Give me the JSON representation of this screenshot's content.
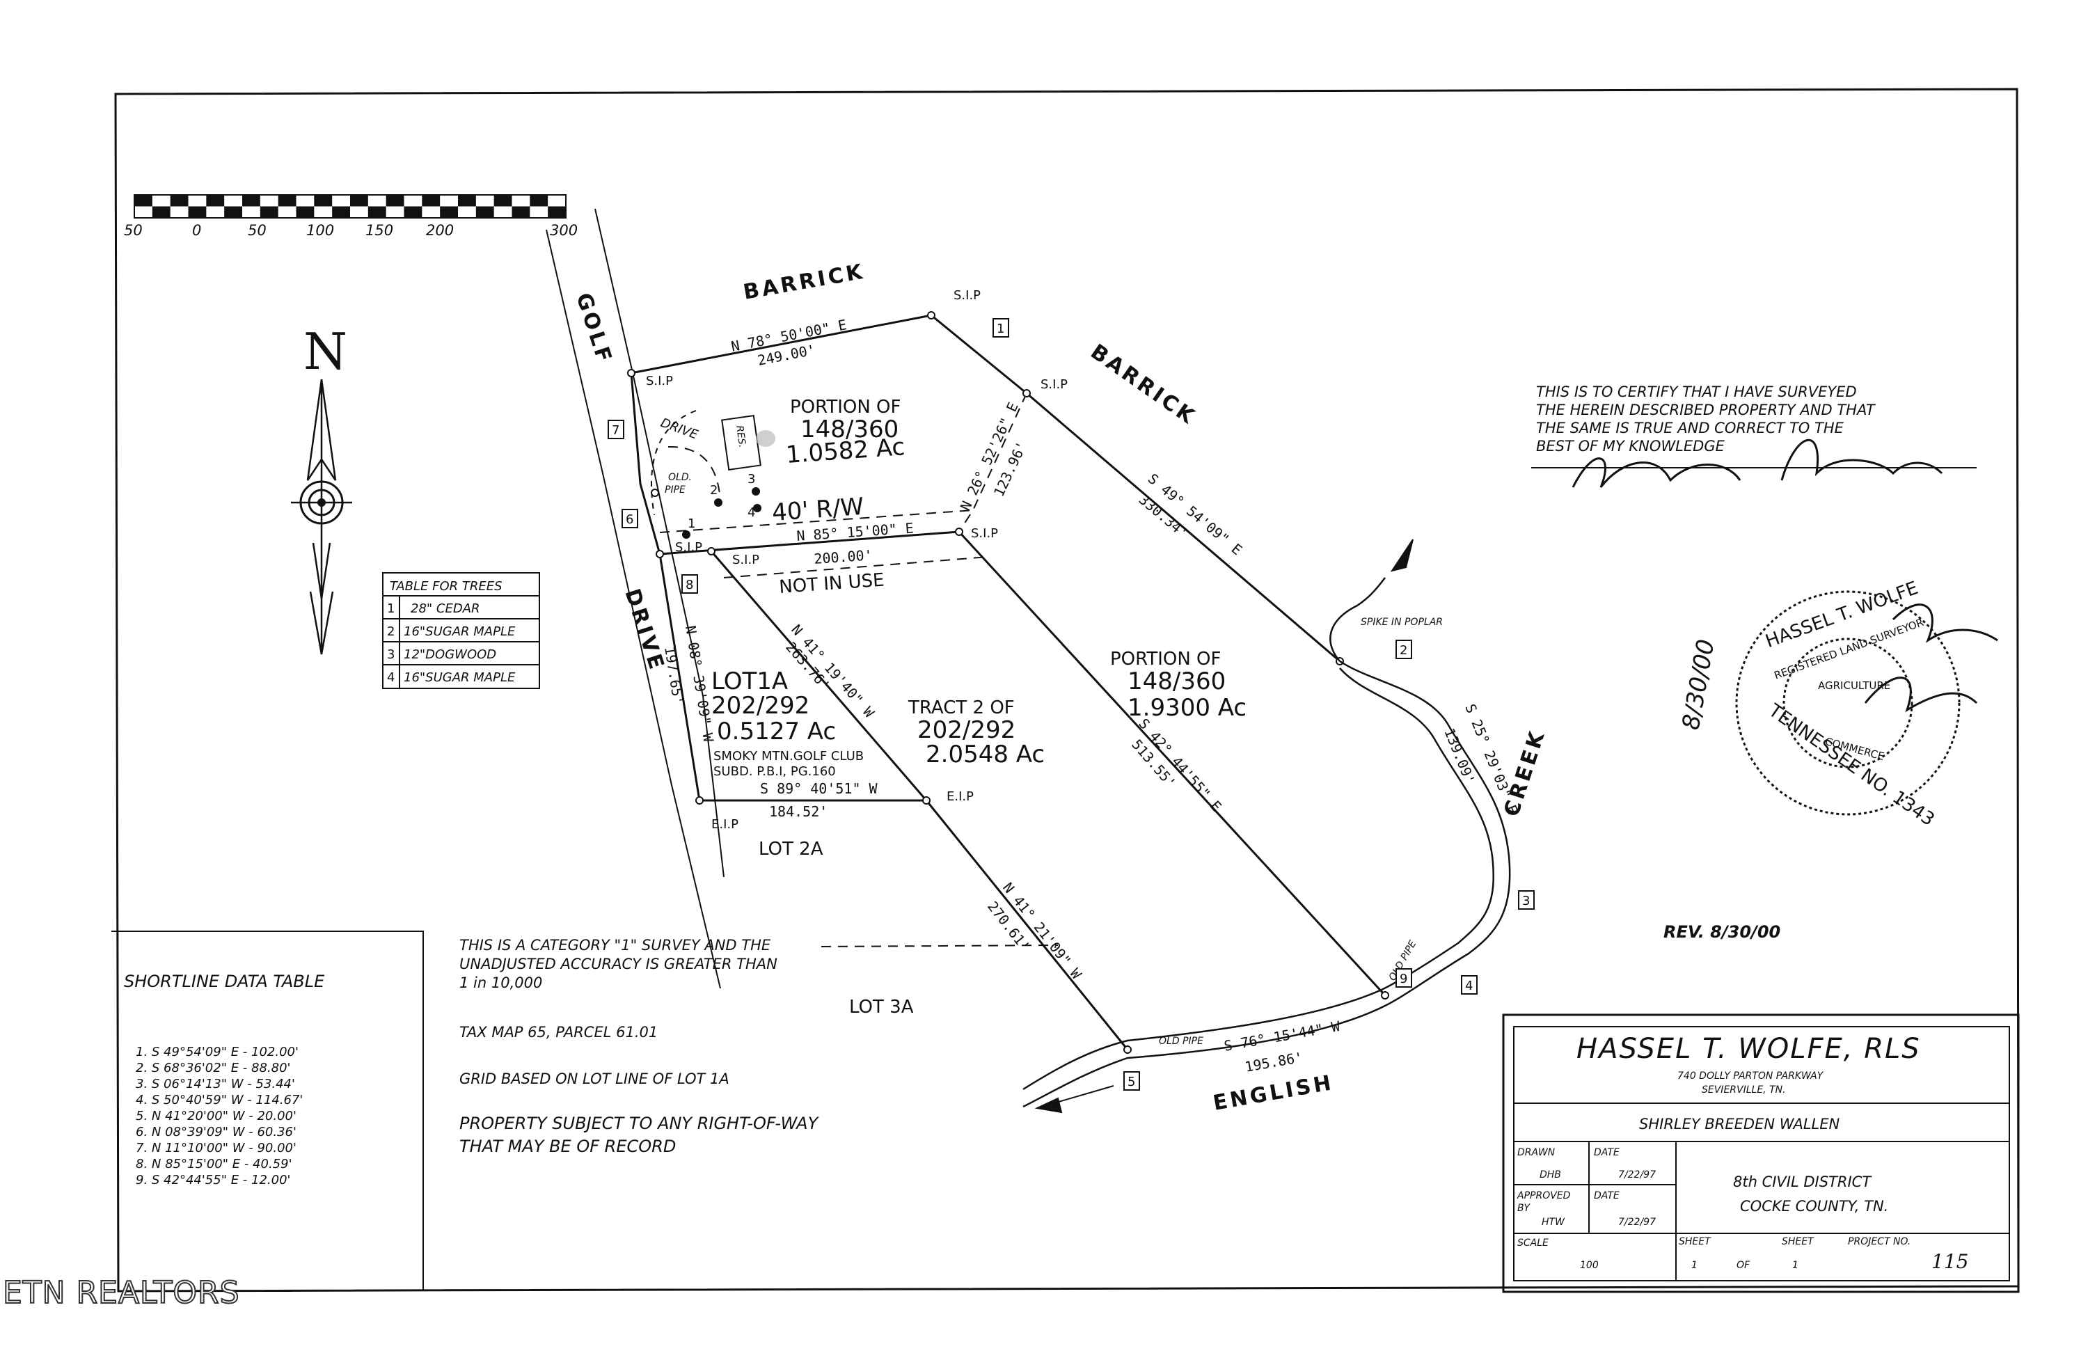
{
  "scale_bar": {
    "ticks": [
      "50",
      "0",
      "50",
      "100",
      "150",
      "200",
      "300"
    ]
  },
  "north_arrow": {
    "label": "N"
  },
  "roads": {
    "golf": "GOLF",
    "drive": "DRIVE",
    "barrick_top": "BARRICK",
    "barrick_right": "BARRICK",
    "creek": "CREEK",
    "english": "ENGLISH"
  },
  "parcels": {
    "portion_a": {
      "title": "PORTION OF",
      "ref": "148/360",
      "area": "1.0582 Ac"
    },
    "row": "40' R/W",
    "not_in_use": "NOT IN USE",
    "lot1a": {
      "title": "LOT1A",
      "ref": "202/292",
      "area": "0.5127 Ac",
      "subd1": "SMOKY MTN.GOLF CLUB",
      "subd2": "SUBD. P.B.I, PG.160"
    },
    "tract2": {
      "title": "TRACT 2 OF",
      "ref": "202/292",
      "area": "2.0548 Ac"
    },
    "portion_b": {
      "title": "PORTION OF",
      "ref": "148/360",
      "area": "1.9300 Ac"
    },
    "lot2a": "LOT 2A",
    "lot3a": "LOT 3A"
  },
  "labels": {
    "sip": "S.I.P",
    "eip": "E.I.P",
    "old_pipe": "OLD PIPE",
    "old_pipe_a": "OLD.",
    "old_pipe_b": "PIPE",
    "drive": "DRIVE",
    "res": "RES.",
    "spike": "SPIKE IN POPLAR"
  },
  "bearings": {
    "top": "N 78° 50'00\" E",
    "top_dist": "249.00'",
    "short_a": "N 26° 52'26\" E",
    "short_a_dist": "123.96'",
    "diag": "S 49° 54'09\" E",
    "diag_dist": "330.34'",
    "row_line": "N 85° 15'00\" E",
    "row_dist": "200.00'",
    "west": "N 08° 39'09\" W",
    "west_dist": "197.65'",
    "inner": "N 41° 19'40\" W",
    "inner_dist": "263.76'",
    "south_lot": "S 89° 40'51\" W",
    "south_lot_dist": "184.52'",
    "mid": "S 42° 44'55\" E",
    "mid_dist": "513.55'",
    "lower": "N 41° 21'09\" W",
    "lower_dist": "270.61'",
    "creek": "S 25° 29'03\" E",
    "creek_dist": "139.09'",
    "english": "S 76° 15'44\" W",
    "english_dist": "195.86'"
  },
  "markers": [
    "1",
    "2",
    "3",
    "4",
    "5",
    "6",
    "7",
    "8",
    "9"
  ],
  "trees": {
    "points": [
      "1",
      "2",
      "3",
      "4"
    ],
    "title": "TABLE FOR TREES",
    "rows": [
      {
        "n": "1",
        "name": "28\" CEDAR"
      },
      {
        "n": "2",
        "name": "16\"SUGAR MAPLE"
      },
      {
        "n": "3",
        "name": "12\"DOGWOOD"
      },
      {
        "n": "4",
        "name": "16\"SUGAR MAPLE"
      }
    ]
  },
  "shortline": {
    "title": "SHORTLINE DATA TABLE",
    "rows": [
      "1. S 49°54'09\" E - 102.00'",
      "2. S 68°36'02\" E - 88.80'",
      "3. S 06°14'13\" W - 53.44'",
      "4. S 50°40'59\" W - 114.67'",
      "5. N 41°20'00\" W - 20.00'",
      "6. N 08°39'09\" W - 60.36'",
      "7. N 11°10'00\" W - 90.00'",
      "8. N 85°15'00\" E - 40.59'",
      "9. S 42°44'55\" E - 12.00'"
    ]
  },
  "notes": {
    "category1": "THIS IS A CATEGORY \"1\" SURVEY AND THE",
    "category2": "UNADJUSTED ACCURACY IS GREATER THAN",
    "category3": "1 in 10,000",
    "taxmap": "TAX MAP 65, PARCEL 61.01",
    "grid": "GRID BASED ON LOT LINE OF LOT 1A",
    "row1": "PROPERTY SUBJECT TO ANY RIGHT-OF-WAY",
    "row2": "THAT MAY BE OF RECORD"
  },
  "certify": {
    "l1": "THIS IS TO CERTIFY THAT I HAVE SURVEYED",
    "l2": "THE HEREIN DESCRIBED PROPERTY AND THAT",
    "l3": "THE SAME IS TRUE AND CORRECT TO THE",
    "l4": "BEST OF MY KNOWLEDGE",
    "seal_top": "HASSEL T. WOLFE",
    "seal_mid": "REGISTERED LAND SURVEYOR",
    "seal_bottom": "TENNESSEE NO. 1343",
    "seal_inner1": "AGRICULTURE",
    "seal_inner2": "COMMERCE",
    "date_handwritten": "8/30/00"
  },
  "revision": "REV. 8/30/00",
  "title_block": {
    "surveyor": "HASSEL T. WOLFE, RLS",
    "address1": "740 DOLLY PARTON PARKWAY",
    "address2": "SEVIERVILLE, TN.",
    "client": "SHIRLEY BREEDEN WALLEN",
    "drawn_label": "DRAWN",
    "drawn_by": "DHB",
    "date_label": "DATE",
    "drawn_date": "7/22/97",
    "approved_label": "APPROVED",
    "approved_by_label": "BY",
    "approved_by": "HTW",
    "approved_date": "7/22/97",
    "district": "8th CIVIL DISTRICT",
    "county": "COCKE COUNTY, TN.",
    "scale_label": "SCALE",
    "scale": "100",
    "sheet_label": "SHEET",
    "sheet_num": "1",
    "of_label": "OF",
    "sheet_total": "1",
    "project_label": "PROJECT NO.",
    "project_no": "115"
  },
  "watermark": "ETN REALTORS"
}
